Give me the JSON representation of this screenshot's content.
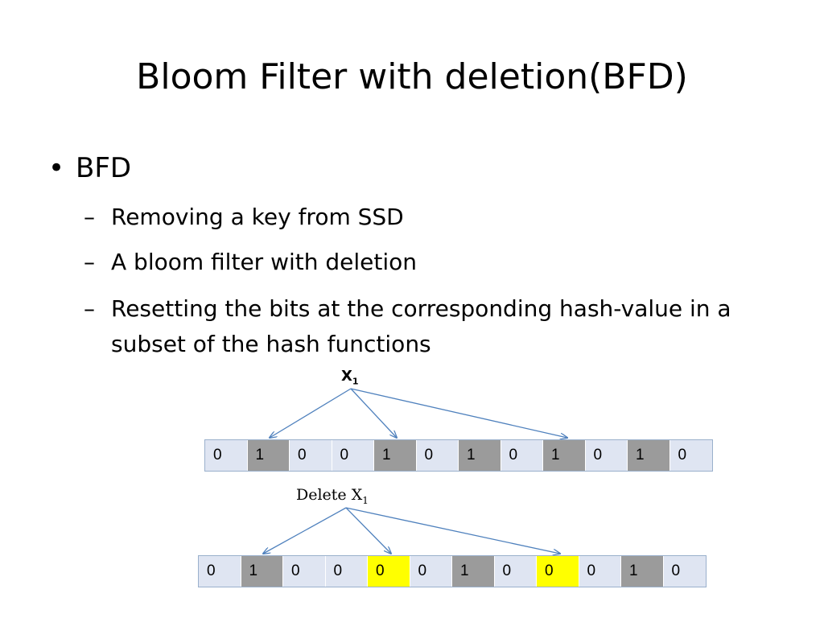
{
  "slide": {
    "title": "Bloom Filter with deletion(BFD)",
    "bullet": "BFD",
    "sub_bullets": [
      "Removing a key from SSD",
      "A bloom filter with deletion",
      "Resetting the bits at the corresponding hash-value in a subset of the hash functions"
    ],
    "dash": "–",
    "bullet_mark": "•"
  },
  "diagram": {
    "key_label": "X",
    "key_subscript": "1",
    "delete_label": "Delete X",
    "delete_subscript": "1",
    "arrow_color": "#4f81bd",
    "row_before": [
      {
        "value": "0",
        "state": "light"
      },
      {
        "value": "1",
        "state": "gray"
      },
      {
        "value": "0",
        "state": "light"
      },
      {
        "value": "0",
        "state": "light"
      },
      {
        "value": "1",
        "state": "gray"
      },
      {
        "value": "0",
        "state": "light"
      },
      {
        "value": "1",
        "state": "gray"
      },
      {
        "value": "0",
        "state": "light"
      },
      {
        "value": "1",
        "state": "gray"
      },
      {
        "value": "0",
        "state": "light"
      },
      {
        "value": "1",
        "state": "gray"
      },
      {
        "value": "0",
        "state": "light"
      }
    ],
    "row_after": [
      {
        "value": "0",
        "state": "light"
      },
      {
        "value": "1",
        "state": "gray"
      },
      {
        "value": "0",
        "state": "light"
      },
      {
        "value": "0",
        "state": "light"
      },
      {
        "value": "0",
        "state": "yellow"
      },
      {
        "value": "0",
        "state": "light"
      },
      {
        "value": "1",
        "state": "gray"
      },
      {
        "value": "0",
        "state": "light"
      },
      {
        "value": "0",
        "state": "yellow"
      },
      {
        "value": "0",
        "state": "light"
      },
      {
        "value": "1",
        "state": "gray"
      },
      {
        "value": "0",
        "state": "light"
      }
    ],
    "colors": {
      "light": "#dfe5f2",
      "gray": "#9b9b9b",
      "yellow": "#ffff00"
    }
  }
}
